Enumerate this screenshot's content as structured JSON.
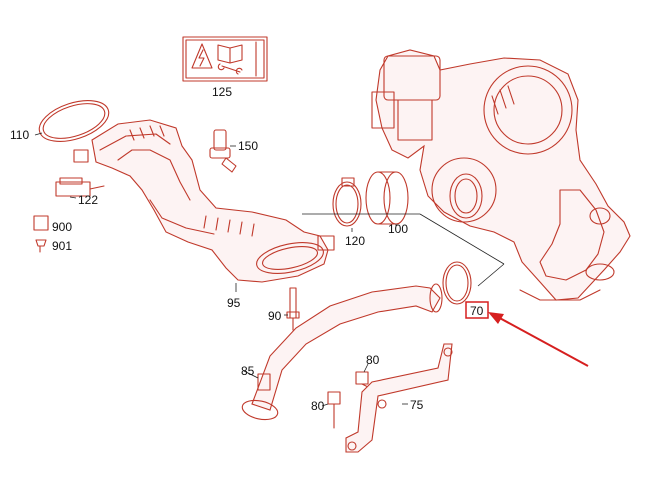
{
  "labels": {
    "l125": "125",
    "l110": "110",
    "l150": "150",
    "l122": "122",
    "l900": "900",
    "l901": "901",
    "l120": "120",
    "l100": "100",
    "l95": "95",
    "l90": "90",
    "l70": "70",
    "l85": "85",
    "l80a": "80",
    "l80b": "80",
    "l75": "75"
  },
  "colors": {
    "part_outline": "#c0392b",
    "highlight": "#d61f1f",
    "label_text": "#111111"
  },
  "highlighted_part": "70",
  "icons": [
    "electrical-warning-icon",
    "manual-book-icon",
    "wrench-icon"
  ]
}
